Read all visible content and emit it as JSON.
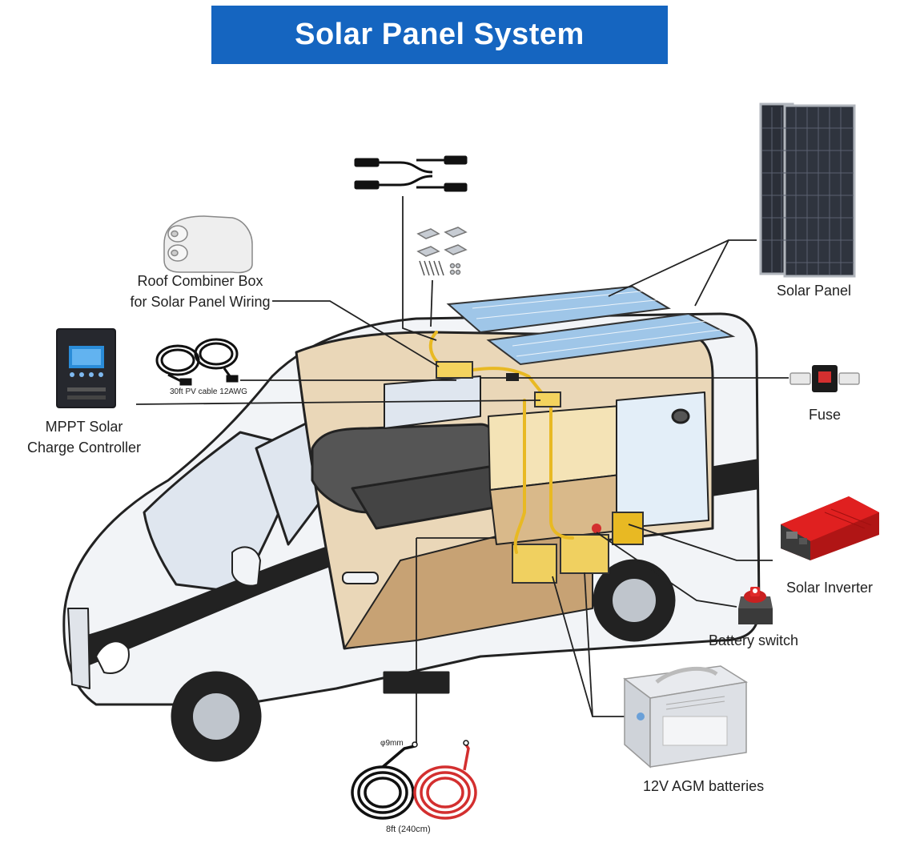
{
  "title": "Solar Panel System",
  "labels": {
    "combiner_line1": "Roof Combiner Box",
    "combiner_line2": "for Solar Panel Wiring",
    "mppt_line1": "MPPT Solar",
    "mppt_line2": "Charge Controller",
    "pv_cable": "30ft PV cable 12AWG",
    "solar_panel": "Solar Panel",
    "fuse": "Fuse",
    "inverter": "Solar Inverter",
    "battery_switch": "Battery switch",
    "batteries": "12V AGM batteries",
    "cable_diameter": "φ9mm",
    "cable_length": "8ft  (240cm)"
  },
  "colors": {
    "banner": "#1565c0",
    "wire_yellow": "#e8b923",
    "cable_red": "#d32f2f",
    "inverter_red": "#d81b1b",
    "panel_blue": "#9fc6e8"
  },
  "icons": [
    "combiner-box-icon",
    "charge-controller-icon",
    "pv-cable-icon",
    "mc4-connector-icon",
    "mounting-bracket-icon",
    "solar-panel-icon",
    "fuse-icon",
    "inverter-icon",
    "battery-switch-icon",
    "agm-battery-icon",
    "battery-cable-icon",
    "camper-van-icon"
  ]
}
